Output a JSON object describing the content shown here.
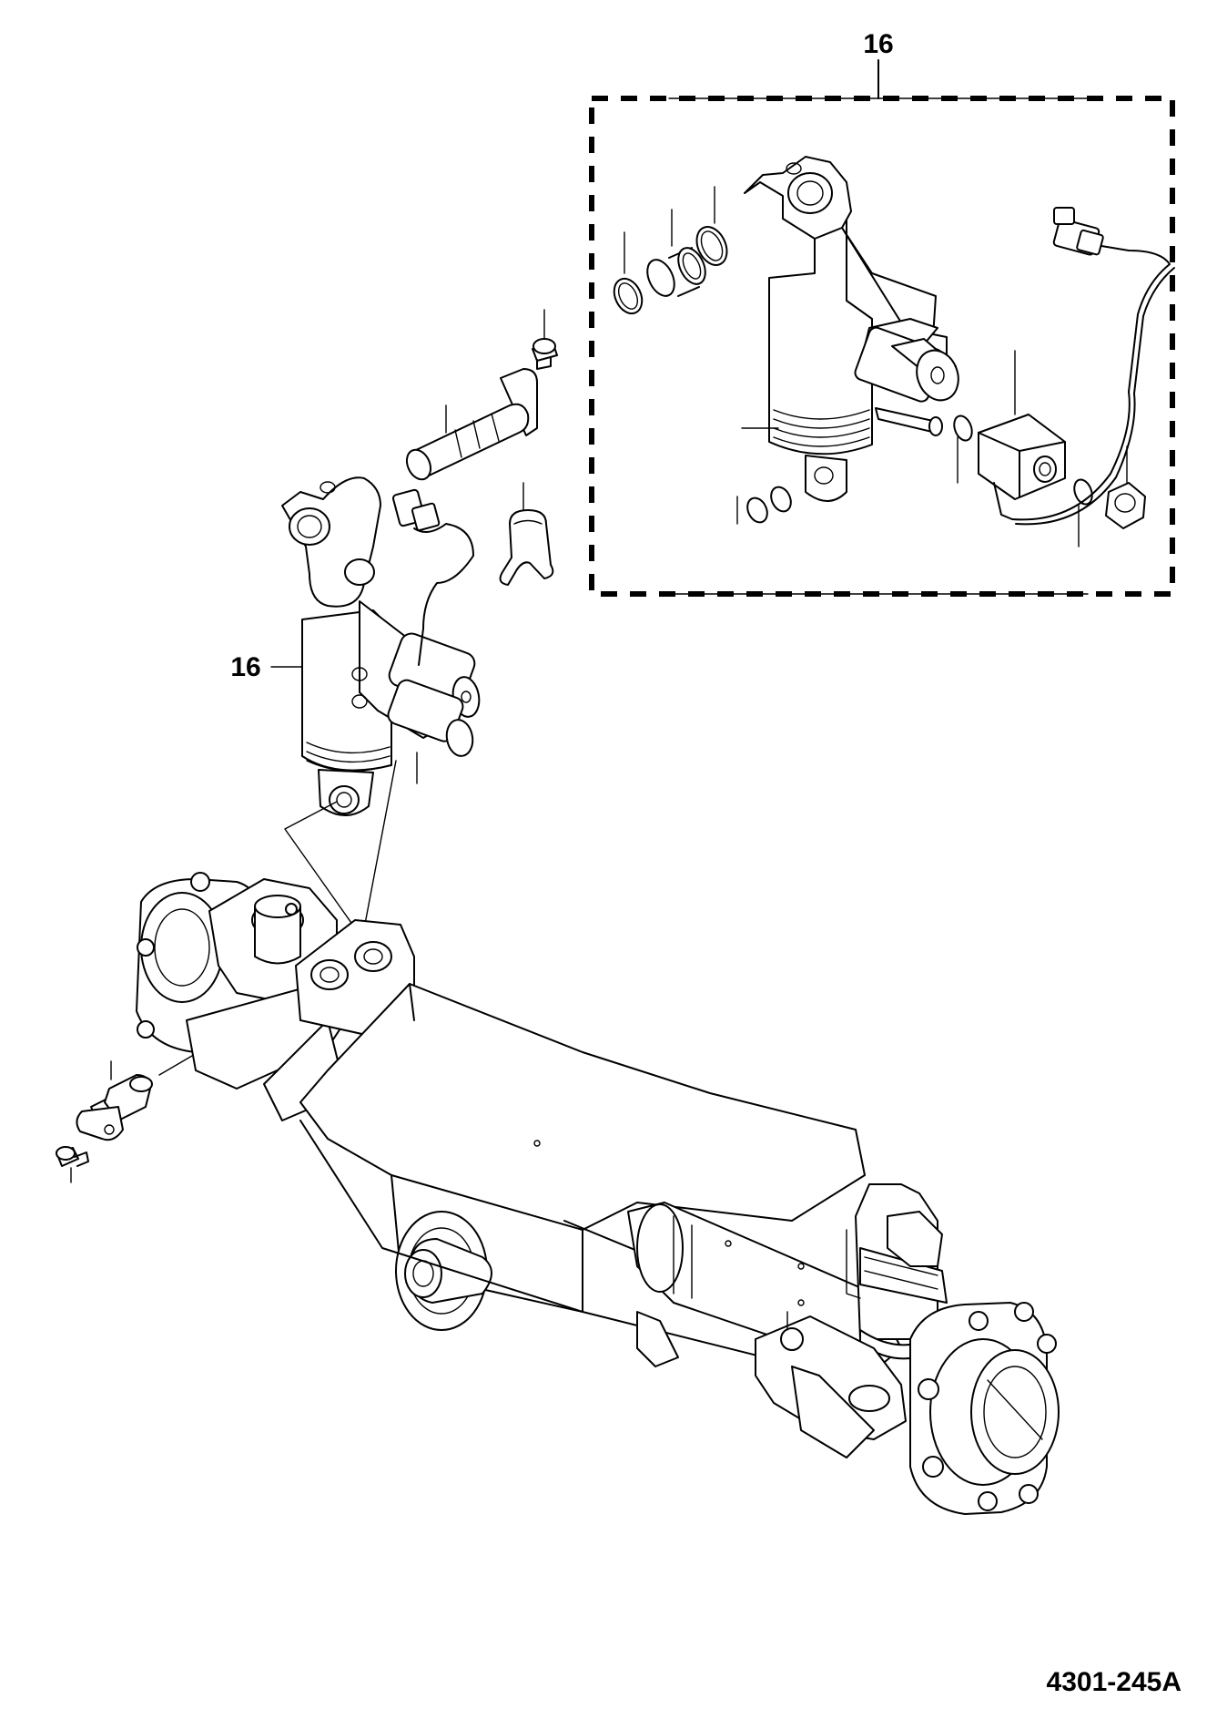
{
  "callouts": {
    "kit_label": "16",
    "assembly_label": "16"
  },
  "drawing_number": "4301-245A"
}
